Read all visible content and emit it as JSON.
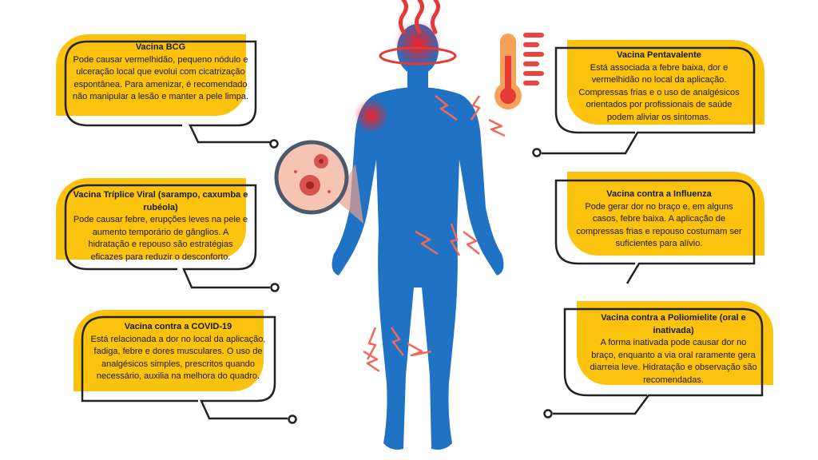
{
  "cards": [
    {
      "title": "Vacina BCG",
      "text": "Pode causar vermelhidão, pequeno nódulo e ulceração local que evolui com cicatrização espontânea. Para amenizar, é recomendado não manipular a lesão e manter a pele limpa."
    },
    {
      "title": "Vacina Tríplice Viral (sarampo, caxumba e rubéola)",
      "text": "Pode causar febre, erupções leves na pele e aumento temporário de gânglios. A hidratação e repouso são estratégias eficazes para reduzir o desconforto."
    },
    {
      "title": "Vacina contra a COVID-19",
      "text": "Está relacionada a dor no local da aplicação, fadiga, febre e dores musculares. O uso de analgésicos simples, prescritos quando necessário, auxilia na melhora do quadro."
    },
    {
      "title": "Vacina Pentavalente",
      "text": "Está associada a febre baixa, dor e vermelhidão no local da aplicação. Compressas frias e o uso de analgésicos orientados por profissionais de saúde podem aliviar os sintomas."
    },
    {
      "title": "Vacina contra a Influenza",
      "text": "Pode gerar dor no braço e, em alguns casos, febre baixa. A aplicação de compressas frias e repouso costumam ser suficientes para alívio."
    },
    {
      "title": "Vacina contra a Poliomielite (oral e inativada)",
      "text": "A forma inativada pode causar dor no braço, enquanto a via oral raramente gera diarreia leve. Hidratação e observação são recomendadas."
    }
  ],
  "colors": {
    "card": "#fbc30d",
    "body": "#1f72c4",
    "pain": "#e53935",
    "outline": "#222222"
  }
}
